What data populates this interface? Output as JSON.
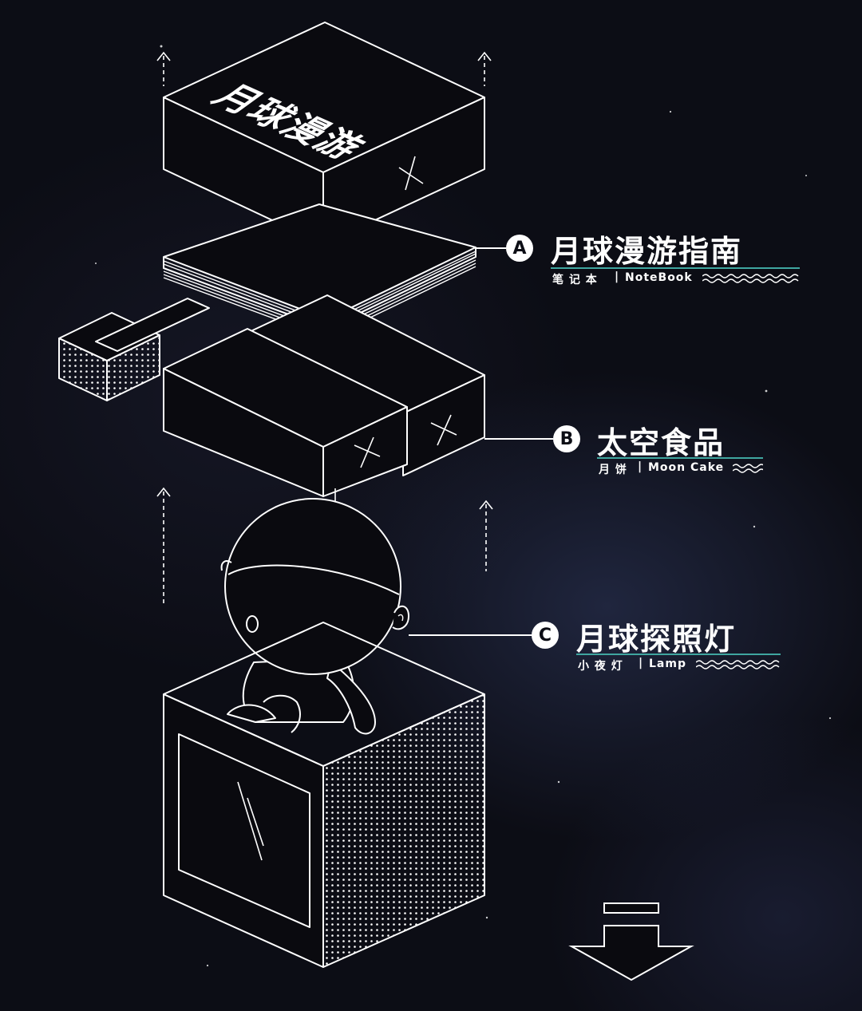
{
  "box_lid_logo": "月球漫游",
  "items": [
    {
      "badge": "A",
      "title": "月球漫游指南",
      "sub_cn": "笔 记 本",
      "sub_en": "NoteBook"
    },
    {
      "badge": "B",
      "title": "太空食品",
      "sub_cn": "月 饼",
      "sub_en": "Moon Cake"
    },
    {
      "badge": "C",
      "title": "月球探照灯",
      "sub_cn": "小 夜 灯",
      "sub_en": "Lamp"
    }
  ],
  "separator": "|",
  "colors": {
    "background": "#0c0d15",
    "line": "#ffffff",
    "accent": "#3fa6a0"
  },
  "icons": {
    "down_arrow": "down-arrow-icon",
    "up_arrows": "up-arrow-icon"
  }
}
